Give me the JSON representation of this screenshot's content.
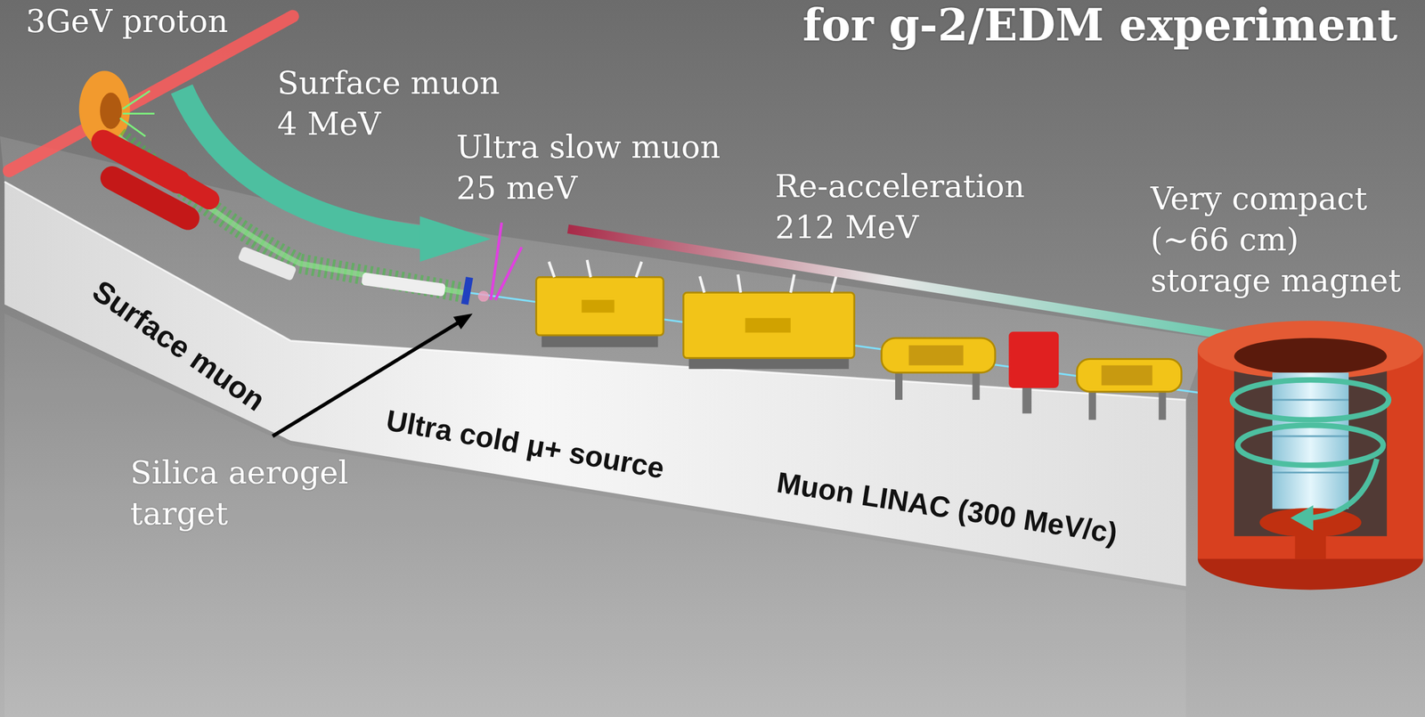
{
  "diagram": {
    "title": "for g-2/EDM experiment",
    "labels": [
      "3GeV proton",
      "Surface muon 4 MeV",
      "Ultra slow muon 25 meV",
      "Re-acceleration 212 MeV",
      "Very compact (~66 cm) storage magnet",
      "Surface muon",
      "Ultra cold μ+ source",
      "Muon LINAC (300 MeV/c)",
      "Silica aerogel target"
    ]
  }
}
